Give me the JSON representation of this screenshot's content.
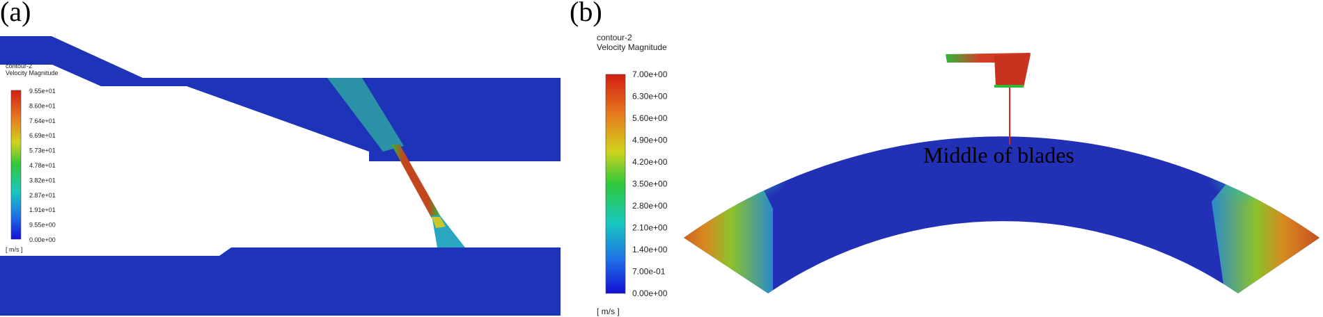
{
  "panels": {
    "a": {
      "label": "(a)",
      "colorbar": {
        "title_line1": "contour-2",
        "title_line2": "Velocity Magnitude",
        "ticks": [
          "9.55e+01",
          "8.60e+01",
          "7.64e+01",
          "6.69e+01",
          "5.73e+01",
          "4.78e+01",
          "3.82e+01",
          "2.87e+01",
          "1.91e+01",
          "9.55e+00",
          "0.00e+00"
        ],
        "unit": "[ m/s ]"
      }
    },
    "b": {
      "label": "(b)",
      "colorbar": {
        "title_line1": "contour-2",
        "title_line2": "Velocity Magnitude",
        "ticks": [
          "7.00e+00",
          "6.30e+00",
          "5.60e+00",
          "4.90e+00",
          "4.20e+00",
          "3.50e+00",
          "2.80e+00",
          "2.10e+00",
          "1.40e+00",
          "7.00e-01",
          "0.00e+00"
        ],
        "unit": "[ m/s ]"
      },
      "annotation": "Middle of blades"
    }
  },
  "colors": {
    "background_flow": "#1f2fb0",
    "high": "#c8321e",
    "mid": "#2fb83a",
    "low_mid": "#16b4c8",
    "low": "#0a10c8",
    "annotation_line": "#e0241c"
  }
}
